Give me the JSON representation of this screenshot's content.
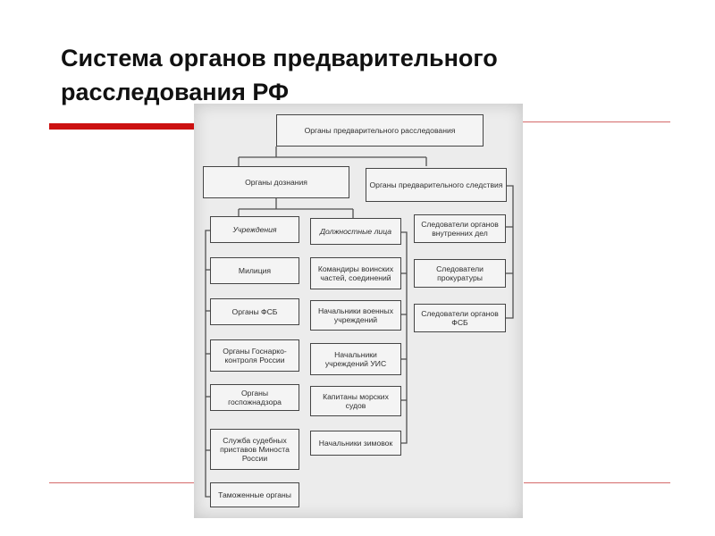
{
  "slide": {
    "title_line1": "Система органов предварительного",
    "title_line2": "расследования РФ"
  },
  "diagram": {
    "root": "Органы предварительного расследования",
    "inquiry": "Органы дознания",
    "investigation": "Органы предварительного следствия",
    "institutions_header": "Учреждения",
    "officials_header": "Должностные лица",
    "institutions": [
      "Милиция",
      "Органы ФСБ",
      "Органы Госнарко-контроля России",
      "Органы госпожнадзора",
      "Служба судебных приставов Миноста России",
      "Таможенные органы"
    ],
    "officials": [
      "Командиры воинских частей, соединений",
      "Начальники военных учреждений",
      "Начальники учреждений УИС",
      "Капитаны морских судов",
      "Начальники зимовок"
    ],
    "investigators": [
      "Следователи органов внутренних дел",
      "Следователи прокуратуры",
      "Следователи органов ФСБ"
    ]
  }
}
